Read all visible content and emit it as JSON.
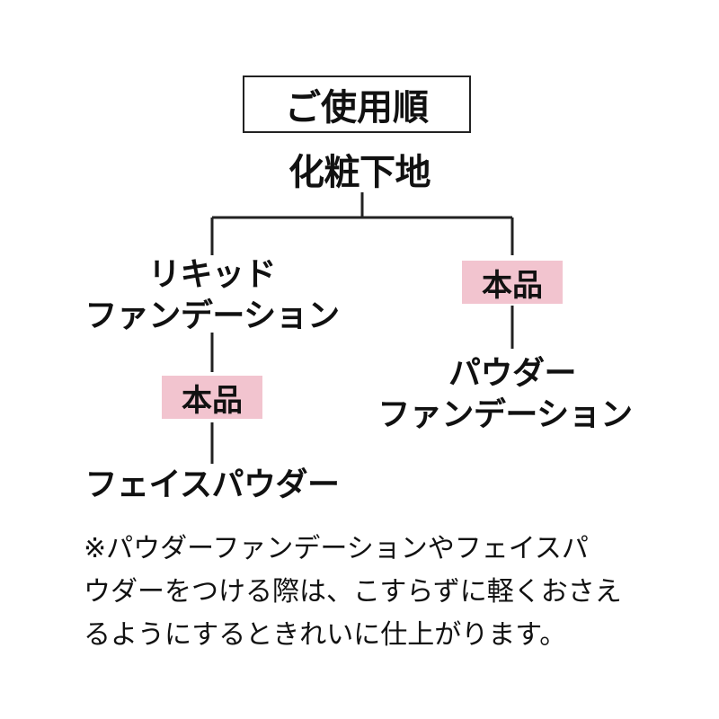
{
  "title": "ご使用順",
  "root": "化粧下地",
  "left_branch": {
    "step1_line1": "リキッド",
    "step1_line2": "ファンデーション",
    "step2": "本品",
    "step3": "フェイスパウダー"
  },
  "right_branch": {
    "step1": "本品",
    "step2_line1": "パウダー",
    "step2_line2": "ファンデーション"
  },
  "note_lines": [
    "※パウダーファンデーションやフェイスパ",
    "ウダーをつける際は、こすらずに軽くおさえ",
    "るようにするときれいに仕上がります。"
  ],
  "colors": {
    "product_highlight": "#f2c4cf",
    "text": "#111111"
  }
}
